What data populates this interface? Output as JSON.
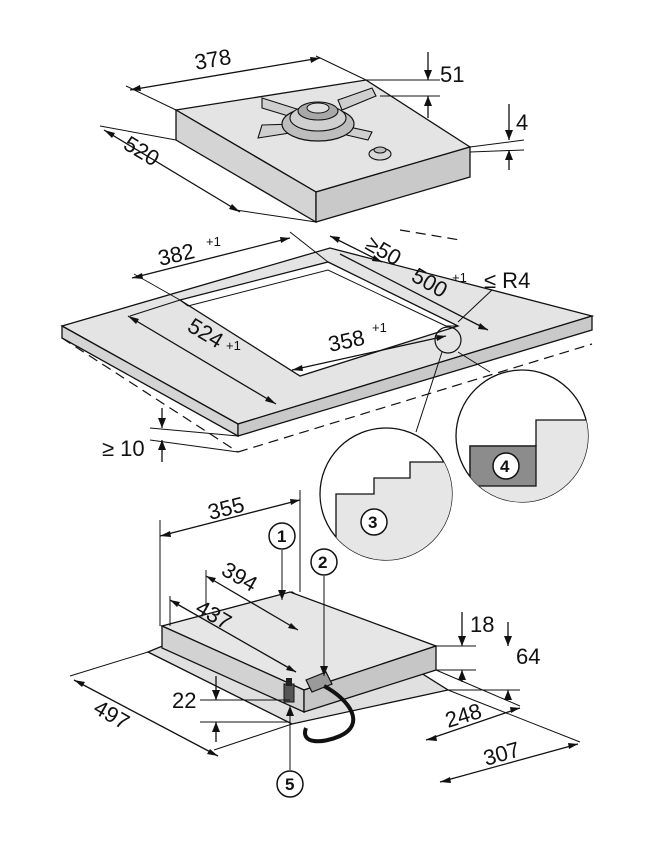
{
  "hob": {
    "width": "378",
    "depth": "520",
    "height": "51",
    "glass": "4"
  },
  "cutout": {
    "width": "382",
    "width_tol": "+1",
    "depth": "524",
    "depth_tol": "+1",
    "min_clearance": "≥50",
    "depth_total": "500",
    "depth_total_tol": "+1",
    "radius": "≤ R4",
    "inner_width": "358",
    "inner_width_tol": "+1",
    "min_thickness": "≥ 10"
  },
  "underside": {
    "d355": "355",
    "d394": "394",
    "d437": "437",
    "d497": "497",
    "d22": "22",
    "d18": "18",
    "d64": "64",
    "d248": "248",
    "d307": "307"
  },
  "callouts": {
    "c1": "1",
    "c2": "2",
    "c3": "3",
    "c4": "4",
    "c5": "5"
  },
  "colors": {
    "surface": "#e4e4e4",
    "edge": "#c9c9c9",
    "seal_fill": "#8c8c8c"
  }
}
